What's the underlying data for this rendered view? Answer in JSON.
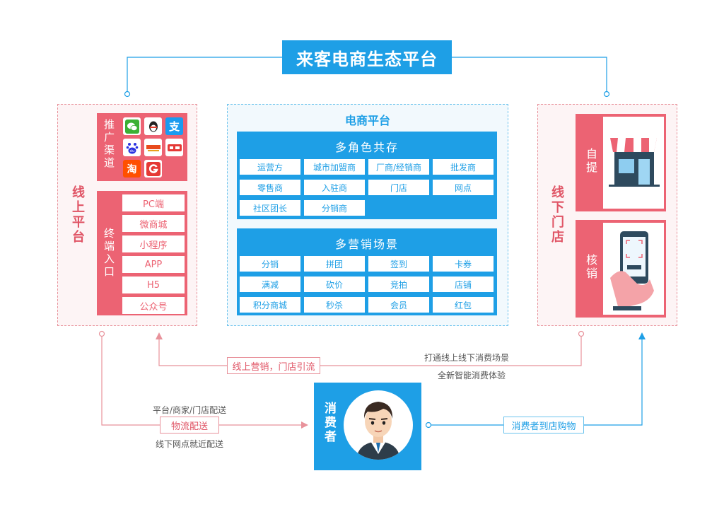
{
  "title": "来客电商生态平台",
  "online": {
    "label": "线上平台",
    "promo_label": "推广渠道",
    "promo_icons": [
      "wechat-icon",
      "qq-icon",
      "alipay-icon",
      "baidu-icon",
      "shuangshiyi-icon",
      "toutiao-icon",
      "taobao-icon",
      "g-icon"
    ],
    "entry_label": "终端入口",
    "entries": [
      "PC端",
      "微商城",
      "小程序",
      "APP",
      "H5",
      "公众号"
    ]
  },
  "center": {
    "title": "电商平台",
    "roles_title": "多角色共存",
    "roles": [
      "运营方",
      "城市加盟商",
      "厂商/经销商",
      "批发商",
      "零售商",
      "入驻商",
      "门店",
      "网点",
      "社区团长",
      "分销商"
    ],
    "marketing_title": "多营销场景",
    "marketing": [
      "分销",
      "拼团",
      "签到",
      "卡券",
      "满减",
      "砍价",
      "竞拍",
      "店铺",
      "积分商城",
      "秒杀",
      "会员",
      "红包"
    ]
  },
  "offline": {
    "label": "线下门店",
    "pickup_label": "自提",
    "verify_label": "核销"
  },
  "flows": {
    "online_marketing": "线上营销，门店引流",
    "scene_note1": "打通线上线下消费场景",
    "scene_note2": "全新智能消费体验",
    "logistics_note1": "平台/商家/门店配送",
    "logistics": "物流配送",
    "logistics_note2": "线下网点就近配送",
    "to_store": "消费者到店购物"
  },
  "consumer": {
    "label": "消费者"
  },
  "colors": {
    "blue": "#1e9fe6",
    "red": "#ec6373",
    "red_line": "#e8929b",
    "blue_line": "#6cc3ed"
  }
}
